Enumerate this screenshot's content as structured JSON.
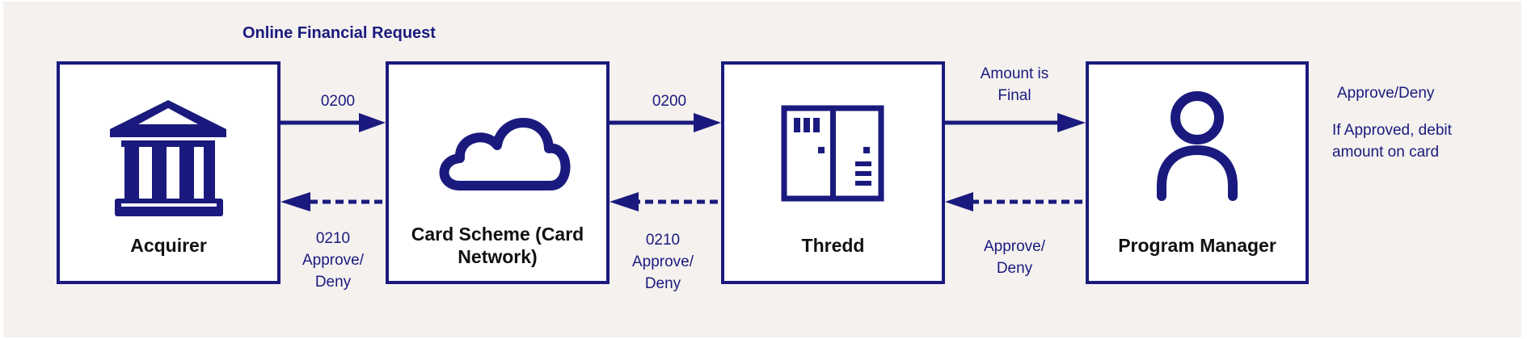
{
  "diagram": {
    "title": "Online Financial Request",
    "nodes": [
      {
        "id": "acquirer",
        "label": "Acquirer",
        "icon": "bank-icon"
      },
      {
        "id": "card_scheme",
        "label_line1": "Card Scheme (Card",
        "label_line2": "Network)",
        "icon": "cloud-icon"
      },
      {
        "id": "thredd",
        "label": "Thredd",
        "icon": "processor-icon"
      },
      {
        "id": "program_manager",
        "label": "Program Manager",
        "icon": "user-icon"
      }
    ],
    "edges": {
      "acq_to_scheme": {
        "label": "0200"
      },
      "scheme_to_thredd": {
        "label": "0200"
      },
      "thredd_to_pm": {
        "line1": "Amount is",
        "line2": "Final"
      },
      "pm_to_thredd": {
        "line1": "Approve/",
        "line2": "Deny"
      },
      "thredd_to_scheme": {
        "line1": "0210",
        "line2": "Approve/",
        "line3": "Deny"
      },
      "scheme_to_acq": {
        "line1": "0210",
        "line2": "Approve/",
        "line3": "Deny"
      }
    },
    "side_note": {
      "line1": "Approve/Deny",
      "line2": "If Approved, debit",
      "line3": "amount on card"
    },
    "colors": {
      "accent": "#1a1a7e",
      "background": "#f4f1ef",
      "box": "#ffffff"
    }
  }
}
